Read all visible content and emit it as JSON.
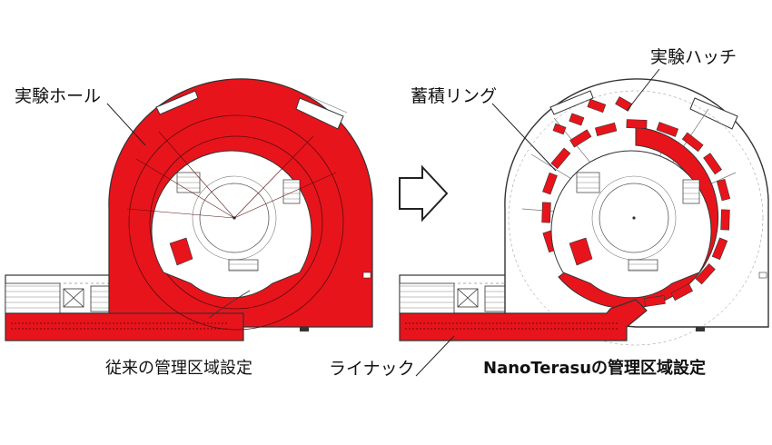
{
  "left_panel": {
    "label_hall": "実験ホール",
    "caption": "従来の管理区域設定"
  },
  "right_panel": {
    "label_ring": "蓄積リング",
    "label_hutch": "実験ハッチ",
    "caption": "NanoTerasuの管理区域設定"
  },
  "label_linac": "ライナック",
  "colors": {
    "controlled_area": "#e8141b",
    "outline": "#333333",
    "arrow": "#222222"
  },
  "icons": [
    "right-arrow-icon"
  ]
}
